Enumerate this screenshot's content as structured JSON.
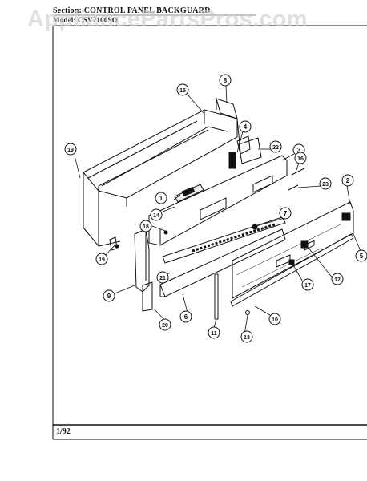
{
  "header": {
    "section_label": "Section:",
    "section_value": "CONTROL PANEL BACKGUARD",
    "model_line": "Model:        CSV2100SO"
  },
  "footer": {
    "date": "1/92"
  },
  "watermark": "AppliancePartsPros.com",
  "callouts": [
    "1",
    "2",
    "3",
    "4",
    "5",
    "6",
    "7",
    "8",
    "9",
    "10",
    "11",
    "12",
    "13",
    "14",
    "15",
    "16",
    "17",
    "18",
    "19",
    "20",
    "21",
    "22",
    "23"
  ],
  "colors": {
    "line": "#111111",
    "paper": "#ffffff",
    "watermark": "#cdcdcd"
  }
}
